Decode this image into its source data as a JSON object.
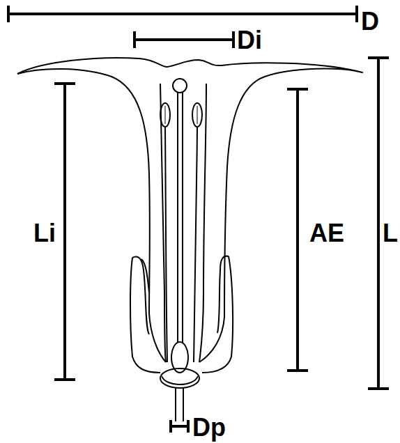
{
  "diagram": {
    "labels": [
      "D",
      "Di",
      "Li",
      "AE",
      "L",
      "Dp"
    ]
  }
}
